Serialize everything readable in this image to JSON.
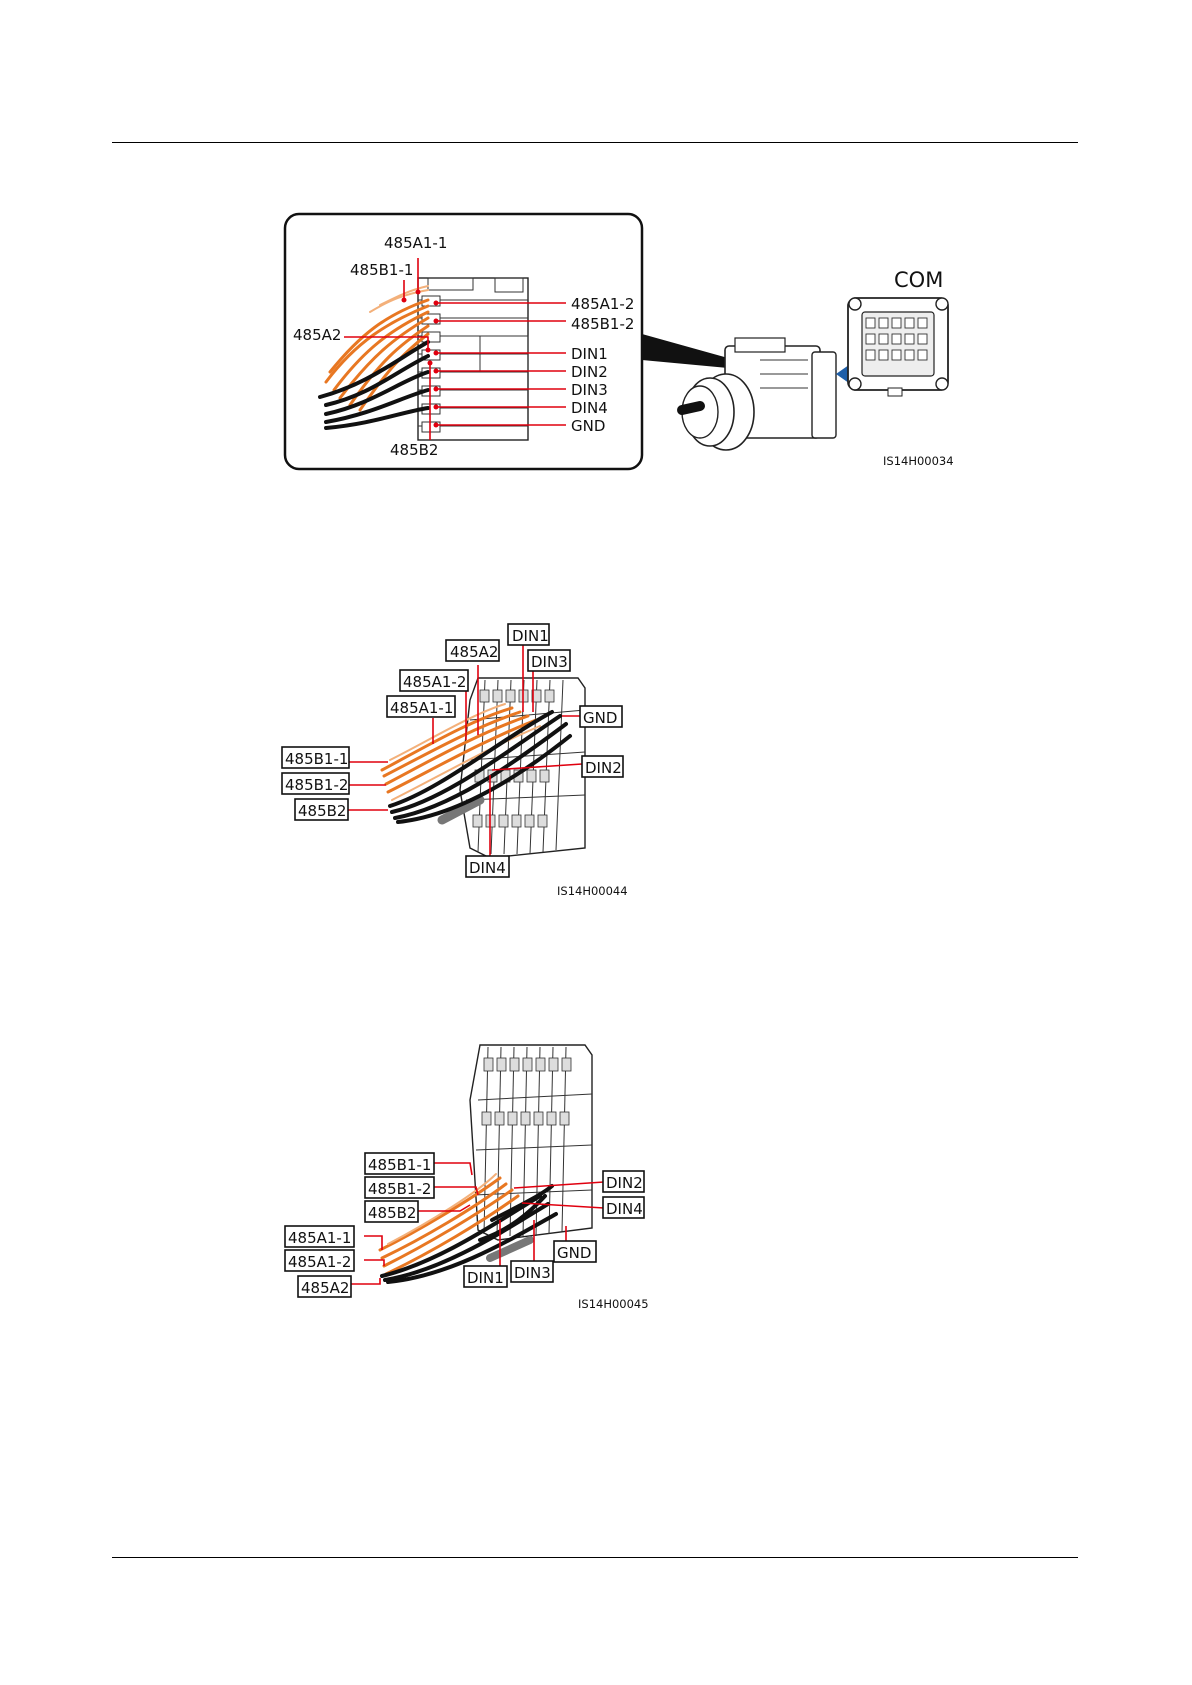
{
  "figure1": {
    "labels": {
      "a1_1": "485A1-1",
      "b1_1": "485B1-1",
      "a2": "485A2",
      "a1_2": "485A1-2",
      "b1_2": "485B1-2",
      "din1": "DIN1",
      "din2": "DIN2",
      "din3": "DIN3",
      "din4": "DIN4",
      "gnd": "GND",
      "b2": "485B2",
      "com": "COM"
    },
    "code": "IS14H00034"
  },
  "figure2": {
    "labels": {
      "a2": "485A2",
      "din1": "DIN1",
      "din3": "DIN3",
      "a1_2": "485A1-2",
      "a1_1": "485A1-1",
      "gnd": "GND",
      "b1_1": "485B1-1",
      "b1_2": "485B1-2",
      "din2": "DIN2",
      "b2": "485B2",
      "din4": "DIN4"
    },
    "code": "IS14H00044"
  },
  "figure3": {
    "labels": {
      "b1_1": "485B1-1",
      "b1_2": "485B1-2",
      "din2": "DIN2",
      "b2": "485B2",
      "din4": "DIN4",
      "a1_1": "485A1-1",
      "a1_2": "485A1-2",
      "gnd": "GND",
      "din1": "DIN1",
      "din3": "DIN3",
      "a2": "485A2"
    },
    "code": "IS14H00045"
  },
  "colors": {
    "leader": "#e0000f",
    "wire_orange": "#e87722",
    "wire_black": "#111111",
    "arrow_blue": "#1f5fa8"
  }
}
